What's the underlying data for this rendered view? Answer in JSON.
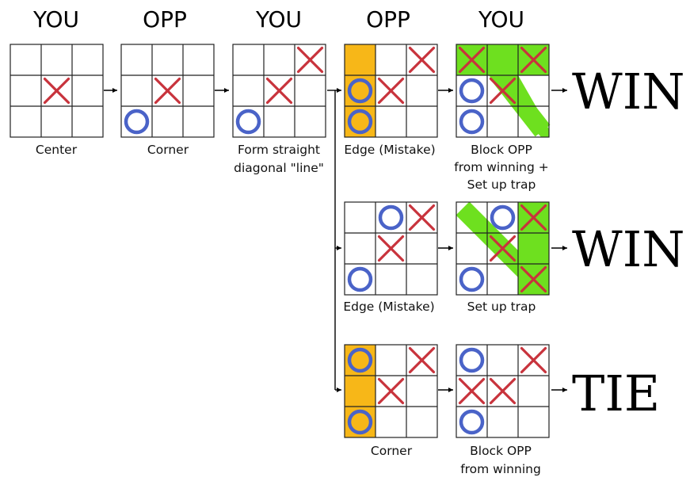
{
  "headers": [
    "YOU",
    "OPP",
    "YOU",
    "OPP",
    "YOU"
  ],
  "colors": {
    "x_mark": "#c8333c",
    "o_mark": "#4a63c8",
    "o_fill": "#f7b718",
    "warn_highlight": "#f7b718",
    "win_highlight": "#6ee01f",
    "grid_line": "#222222"
  },
  "boards": [
    {
      "id": "b1",
      "cells": [
        "",
        "",
        "",
        "",
        "X",
        "",
        "",
        "",
        ""
      ],
      "caption": [
        "Center"
      ]
    },
    {
      "id": "b2",
      "cells": [
        "",
        "",
        "",
        "",
        "X",
        "",
        "O",
        "",
        ""
      ],
      "caption": [
        "Corner"
      ]
    },
    {
      "id": "b3",
      "cells": [
        "",
        "",
        "X",
        "",
        "X",
        "",
        "O",
        "",
        ""
      ],
      "caption": [
        "Form straight",
        "diagonal \"line\""
      ]
    },
    {
      "id": "b4a",
      "cells": [
        "",
        "",
        "X",
        "o",
        "X",
        "",
        "o",
        "",
        ""
      ],
      "highlight": "warn-col0",
      "caption": [
        "Edge (Mistake)"
      ]
    },
    {
      "id": "b5a",
      "cells": [
        "X",
        "",
        "X",
        "O",
        "X",
        "",
        "O",
        "",
        ""
      ],
      "highlight": "win-row0-diag",
      "caption": [
        "Block OPP",
        "from winning +",
        "Set up trap"
      ]
    },
    {
      "id": "b4b",
      "cells": [
        "",
        "O",
        "X",
        "",
        "X",
        "",
        "O",
        "",
        ""
      ],
      "caption": [
        "Edge (Mistake)"
      ]
    },
    {
      "id": "b5b",
      "cells": [
        "",
        "O",
        "X",
        "",
        "X",
        "",
        "O",
        "",
        "X"
      ],
      "highlight": "win-col2-diag",
      "caption": [
        "Set up trap"
      ]
    },
    {
      "id": "b4c",
      "cells": [
        "o",
        "",
        "X",
        "",
        "X",
        "",
        "o",
        "",
        ""
      ],
      "highlight": "warn-col0",
      "caption": [
        "Corner"
      ]
    },
    {
      "id": "b5c",
      "cells": [
        "O",
        "",
        "X",
        "X",
        "X",
        "",
        "O",
        "",
        ""
      ],
      "caption": [
        "Block OPP",
        "from winning"
      ]
    }
  ],
  "results": [
    "WIN",
    "WIN",
    "TIE"
  ]
}
